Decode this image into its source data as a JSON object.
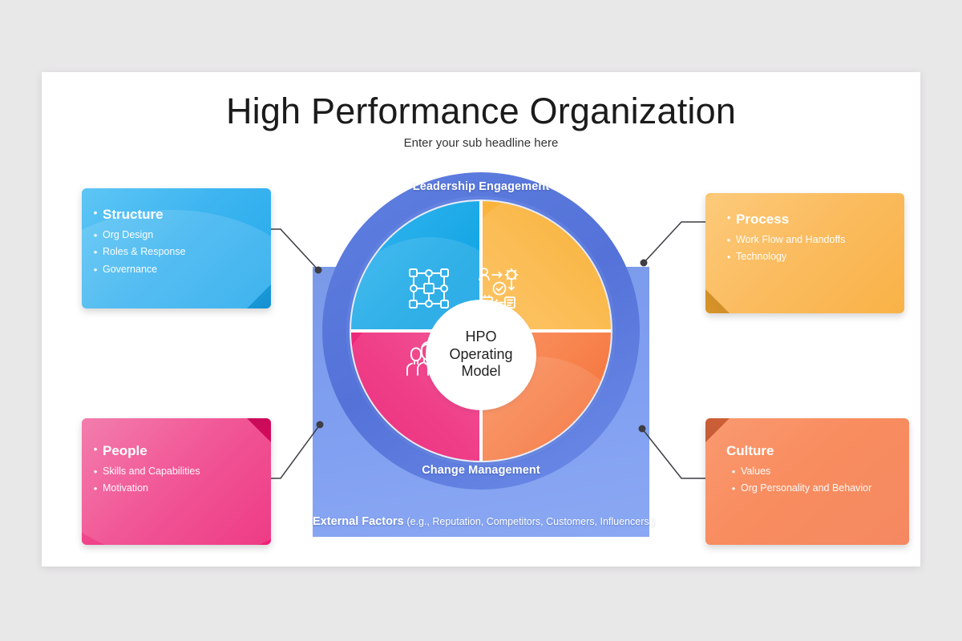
{
  "slide": {
    "title": "High Performance Organization",
    "subtitle": "Enter your sub headline here"
  },
  "wheel": {
    "hub": {
      "line1": "HPO",
      "line2": "Operating",
      "line3": "Model"
    },
    "ring_top_label": "Leadership Engagement",
    "ring_bottom_label": "Change Management",
    "external_factors": {
      "label": "External Factors",
      "detail": "(e.g., Reputation, Competitors, Customers, Influencers.)"
    },
    "quadrants": [
      {
        "key": "structure",
        "icon": "org-network-icon",
        "color": "#19a8e6",
        "position": "top-left"
      },
      {
        "key": "process",
        "icon": "process-flow-icon",
        "color": "#fbb540",
        "position": "top-right"
      },
      {
        "key": "people",
        "icon": "people-group-icon",
        "color": "#ee2a7b",
        "position": "bottom-left"
      },
      {
        "key": "culture",
        "icon": "theater-masks-icon",
        "color": "#f8834d",
        "position": "bottom-right"
      }
    ]
  },
  "cards": [
    {
      "key": "structure",
      "title": "Structure",
      "color": "#23a9ec",
      "bullets": [
        "Org Design",
        "Roles & Response",
        "Governance"
      ]
    },
    {
      "key": "process",
      "title": "Process",
      "color": "#f9a72c",
      "bullets": [
        "Work Flow and Handoffs",
        "Technology"
      ]
    },
    {
      "key": "people",
      "title": "People",
      "color": "#ec1f74",
      "bullets": [
        "Skills and Capabilities",
        "Motivation"
      ]
    },
    {
      "key": "culture",
      "title": "Culture",
      "color": "#f4774a",
      "bullets": [
        "Values",
        "Org Personality and Behavior"
      ]
    }
  ],
  "bullet_glyph": "•",
  "theme": {
    "page_background": "#e9e8e9",
    "slide_background": "#ffffff",
    "ring_blue": "#5472d8",
    "panel_blue": "#7f9ef0",
    "connector": "#3d3d44"
  }
}
